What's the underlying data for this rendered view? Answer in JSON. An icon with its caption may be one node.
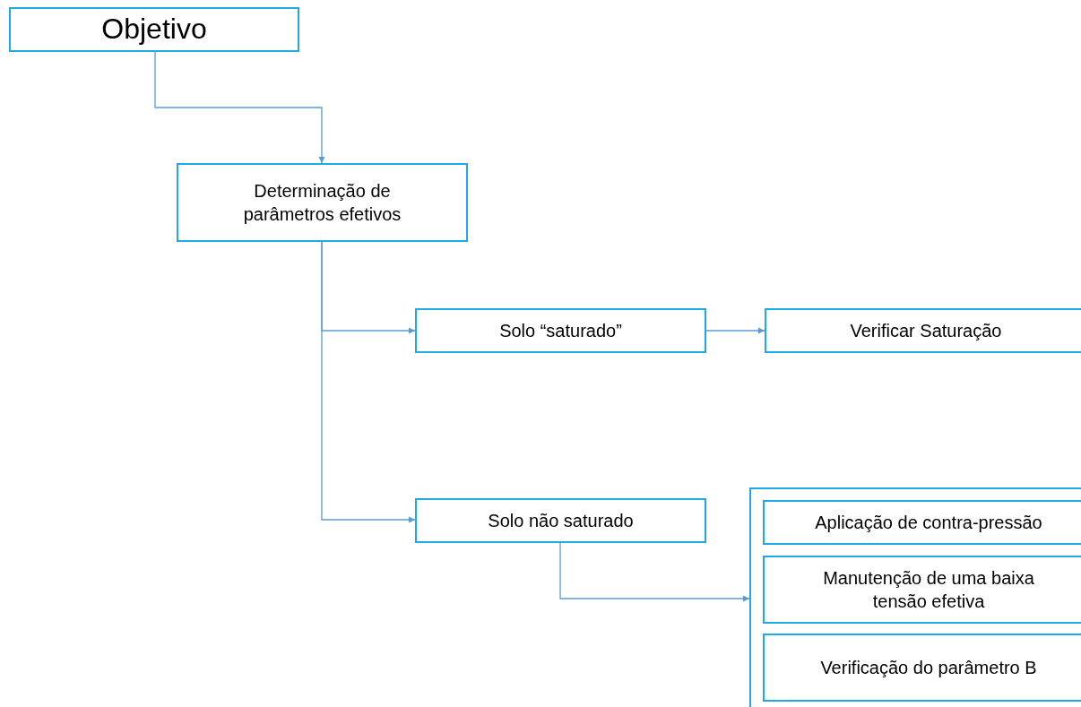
{
  "diagram": {
    "nodes": [
      {
        "text": [
          "Objetivo"
        ]
      },
      {
        "text": [
          "Determinação de parâmetros efetivos"
        ]
      },
      {
        "text": [
          "Solo “saturado”"
        ]
      },
      {
        "text": [
          "Verificar Saturação"
        ]
      },
      {
        "text": [
          "Solo não saturado"
        ]
      },
      {
        "text": [],
        "shape": "box"
      },
      {
        "text": [
          "Aplicação de contra-pressão"
        ],
        "in": 5
      },
      {
        "text": [
          "Manutenção de uma baixa tensão efetiva"
        ],
        "in": 5
      },
      {
        "text": [
          "Verificação do parâmetro B"
        ],
        "in": 5
      }
    ],
    "edges": [
      {
        "from": 0,
        "to": 1,
        "arrow": "to"
      },
      {
        "from": 1,
        "to": 2,
        "arrow": "to"
      },
      {
        "from": 1,
        "to": 4,
        "arrow": "to"
      },
      {
        "from": 2,
        "to": 3,
        "arrow": "to"
      },
      {
        "from": 4,
        "to": 5,
        "arrow": "to"
      }
    ]
  }
}
